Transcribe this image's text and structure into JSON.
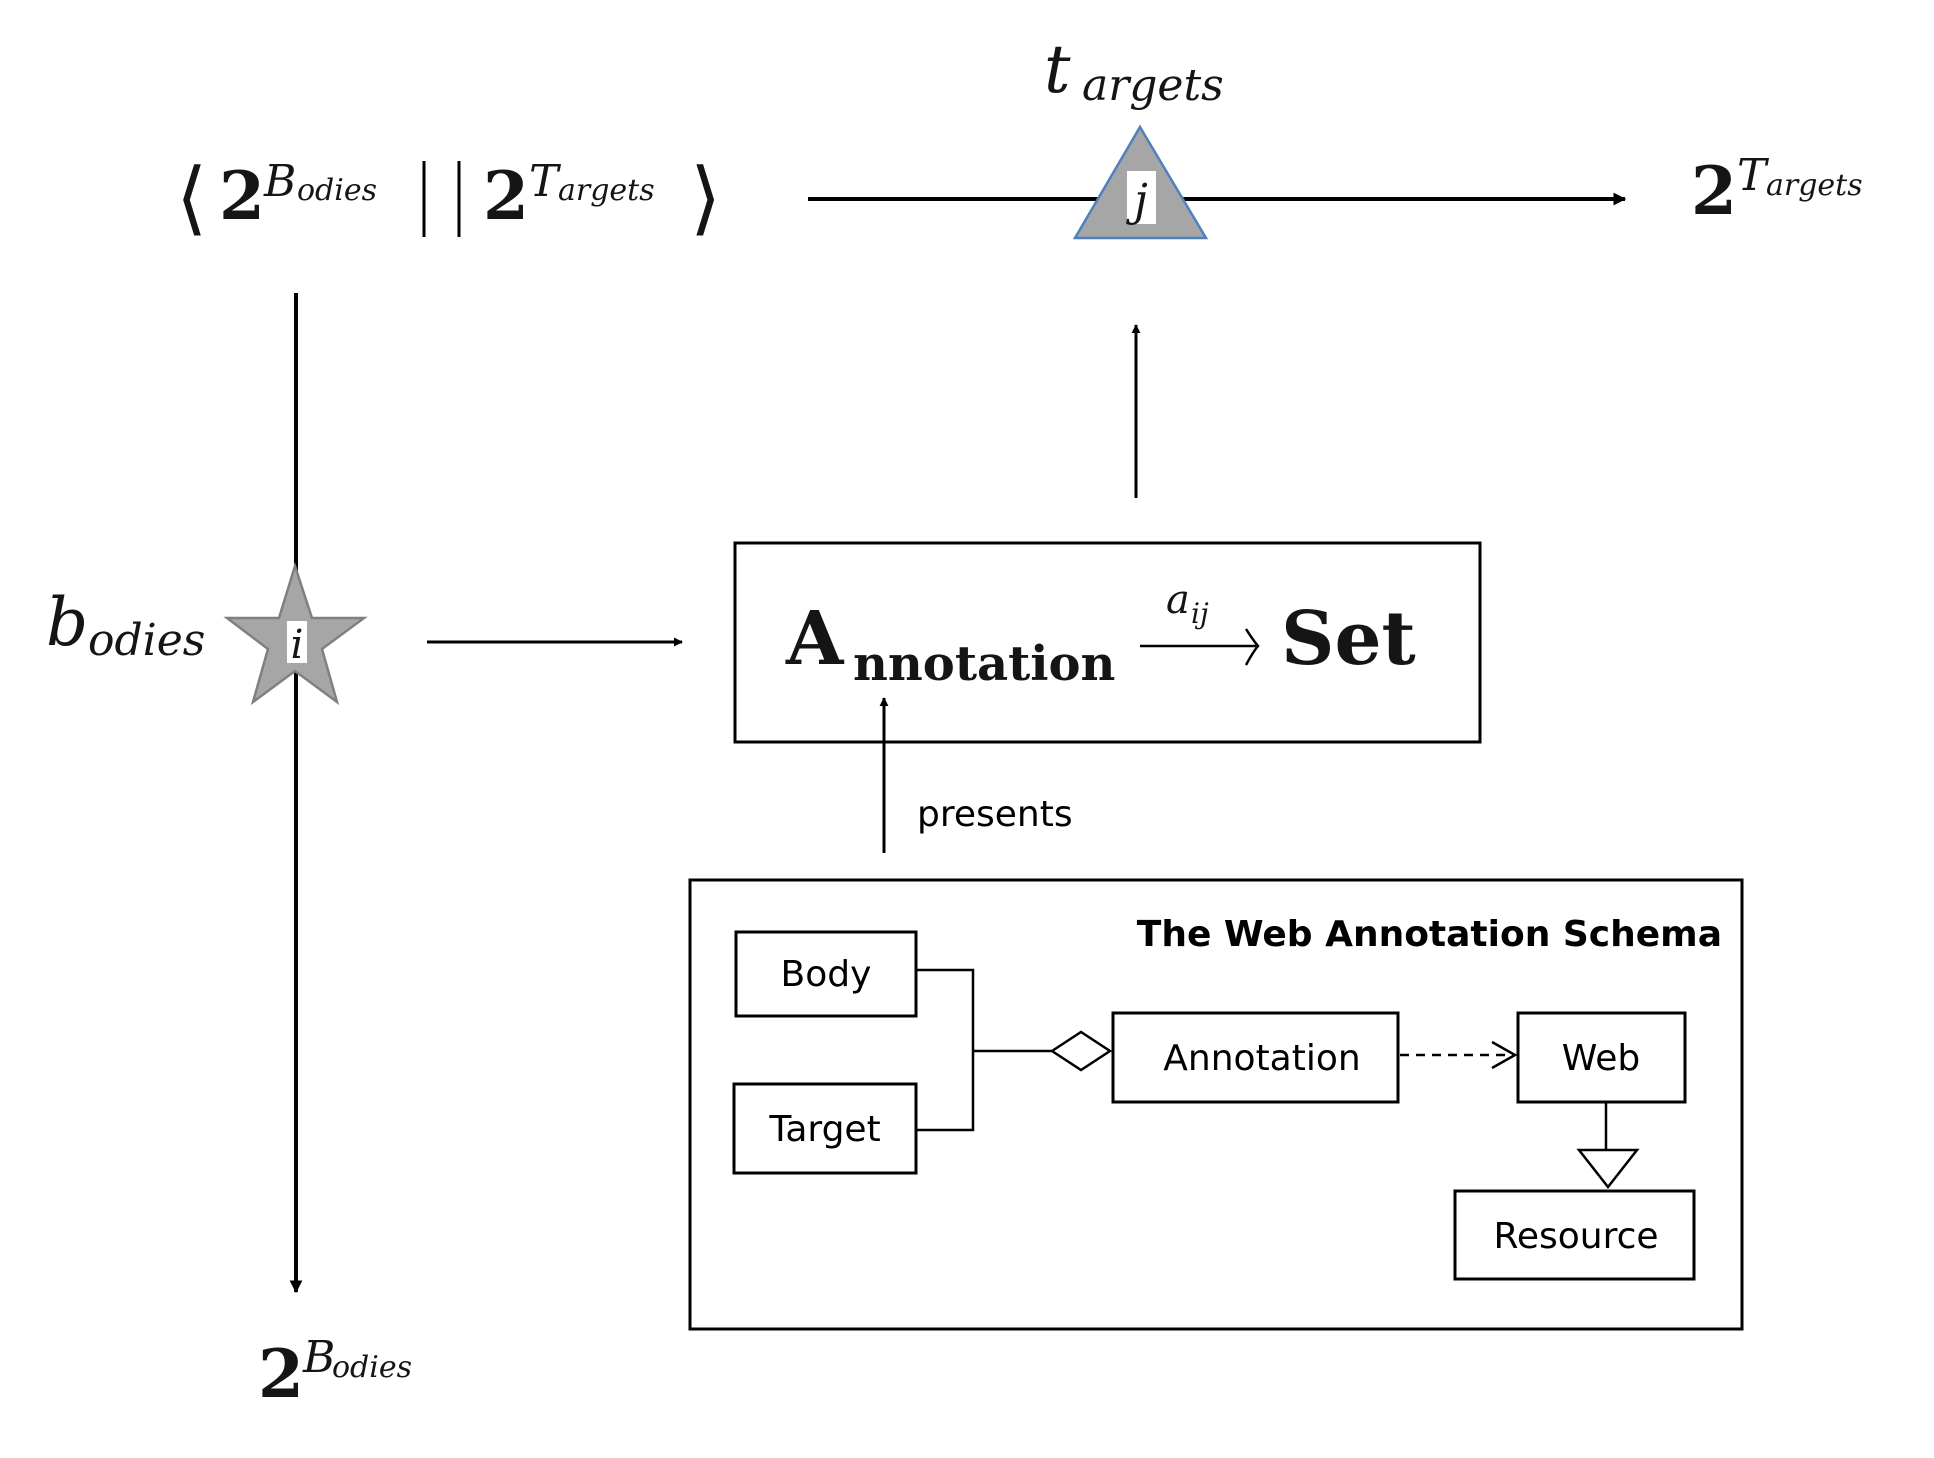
{
  "diagram": {
    "top_left_expression": {
      "open_bracket": "⟨",
      "close_bracket": "⟩",
      "separator": "| |",
      "left_base": "2",
      "left_superscript_main": "B",
      "left_superscript_sub": "odies",
      "right_base": "2",
      "right_superscript_main": "T",
      "right_superscript_sub": "argets"
    },
    "top_right_expression": {
      "base": "2",
      "superscript_main": "T",
      "superscript_sub": "argets"
    },
    "bottom_left_expression": {
      "base": "2",
      "superscript_main": "B",
      "superscript_sub": "odies"
    },
    "targets_label": {
      "main": "t",
      "sub": "argets"
    },
    "bodies_label": {
      "main": "b",
      "sub": "odies"
    },
    "triangle_marker": {
      "label": "j",
      "fill": "#a6a6a6",
      "stroke": "#4f81bd"
    },
    "star_marker": {
      "label": "i",
      "fill": "#a6a6a6",
      "stroke": "#808080"
    },
    "annotation_set_box": {
      "domain_main": "A",
      "domain_sub": "nnotation",
      "arrow_label_main": "a",
      "arrow_label_sub": "ij",
      "codomain": "Set"
    },
    "presents_label": "presents",
    "schema": {
      "title": "The Web Annotation Schema",
      "classes": {
        "body": "Body",
        "target": "Target",
        "annotation": "Annotation",
        "web": "Web",
        "resource": "Resource"
      },
      "relations": [
        {
          "from": "Body",
          "to": "Annotation",
          "type": "aggregation"
        },
        {
          "from": "Target",
          "to": "Annotation",
          "type": "aggregation"
        },
        {
          "from": "Annotation",
          "to": "Web",
          "type": "dependency"
        },
        {
          "from": "Web",
          "to": "Resource",
          "type": "generalization"
        }
      ]
    }
  }
}
